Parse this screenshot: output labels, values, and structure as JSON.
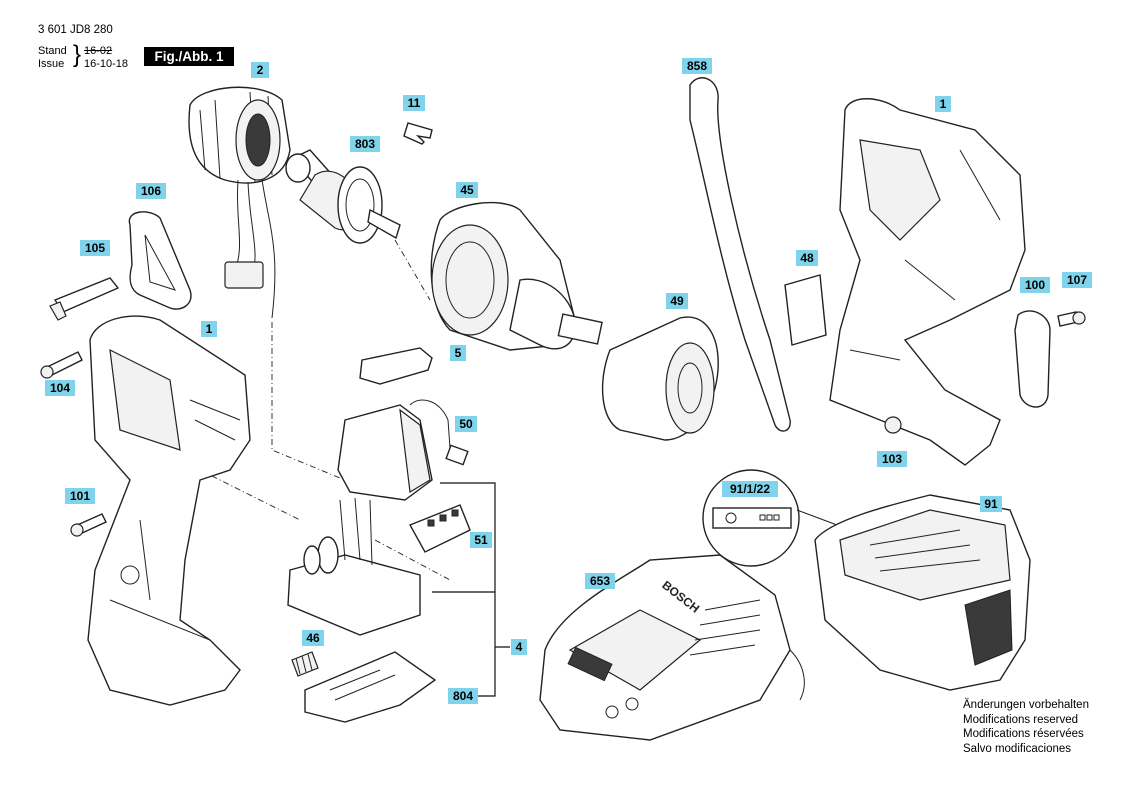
{
  "header": {
    "doc_number": "3 601 JD8 280",
    "stand_label": "Stand",
    "issue_label": "Issue",
    "stand_date": "16-02",
    "issue_date": "16-10-18",
    "figure_label": "Fig./Abb. 1"
  },
  "callouts": [
    {
      "id": "c-2",
      "label": "2"
    },
    {
      "id": "c-11",
      "label": "11"
    },
    {
      "id": "c-803",
      "label": "803"
    },
    {
      "id": "c-106",
      "label": "106"
    },
    {
      "id": "c-45",
      "label": "45"
    },
    {
      "id": "c-858",
      "label": "858"
    },
    {
      "id": "c-1-right",
      "label": "1"
    },
    {
      "id": "c-105",
      "label": "105"
    },
    {
      "id": "c-48",
      "label": "48"
    },
    {
      "id": "c-100",
      "label": "100"
    },
    {
      "id": "c-107",
      "label": "107"
    },
    {
      "id": "c-49",
      "label": "49"
    },
    {
      "id": "c-1-left",
      "label": "1"
    },
    {
      "id": "c-5",
      "label": "5"
    },
    {
      "id": "c-104",
      "label": "104"
    },
    {
      "id": "c-50",
      "label": "50"
    },
    {
      "id": "c-103",
      "label": "103"
    },
    {
      "id": "c-91-1-22",
      "label": "91/1/22"
    },
    {
      "id": "c-91",
      "label": "91"
    },
    {
      "id": "c-101",
      "label": "101"
    },
    {
      "id": "c-51",
      "label": "51"
    },
    {
      "id": "c-653",
      "label": "653"
    },
    {
      "id": "c-46",
      "label": "46"
    },
    {
      "id": "c-4",
      "label": "4"
    },
    {
      "id": "c-804",
      "label": "804"
    }
  ],
  "charger_brand": "BOSCH",
  "notes": [
    "Änderungen vorbehalten",
    "Modifications reserved",
    "Modifications réservées",
    "Salvo modificaciones"
  ]
}
